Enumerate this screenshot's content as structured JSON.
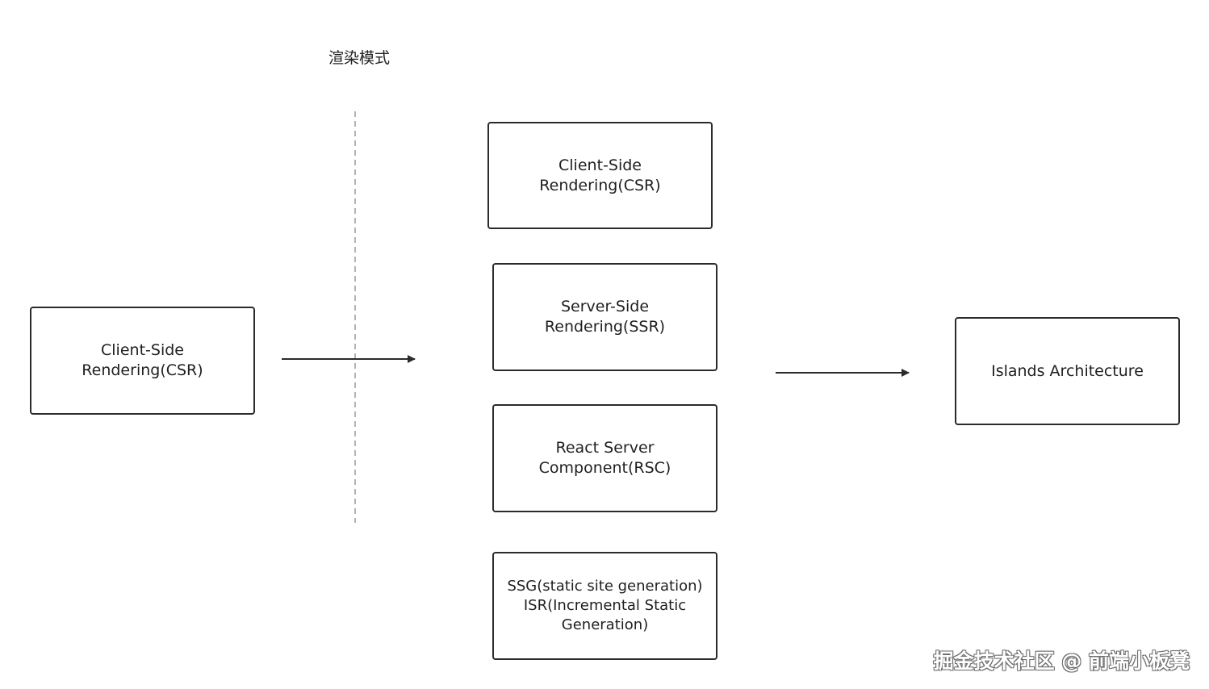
{
  "title": "渲染模式",
  "nodes": {
    "left": {
      "label": "Client-Side\nRendering(CSR)"
    },
    "csr": {
      "label": "Client-Side\nRendering(CSR)"
    },
    "ssr": {
      "label": "Server-Side\nRendering(SSR)"
    },
    "rsc": {
      "label": "React Server\nComponent(RSC)"
    },
    "ssg": {
      "label": "SSG(static site generation)\nISR(Incremental Static\nGeneration)"
    },
    "islands": {
      "label": "Islands Architecture"
    }
  },
  "watermark": "掘金技术社区 @ 前端小板凳",
  "colors": {
    "stroke": "#2b2b2b",
    "divider": "#9a9a9a",
    "background": "#ffffff"
  }
}
